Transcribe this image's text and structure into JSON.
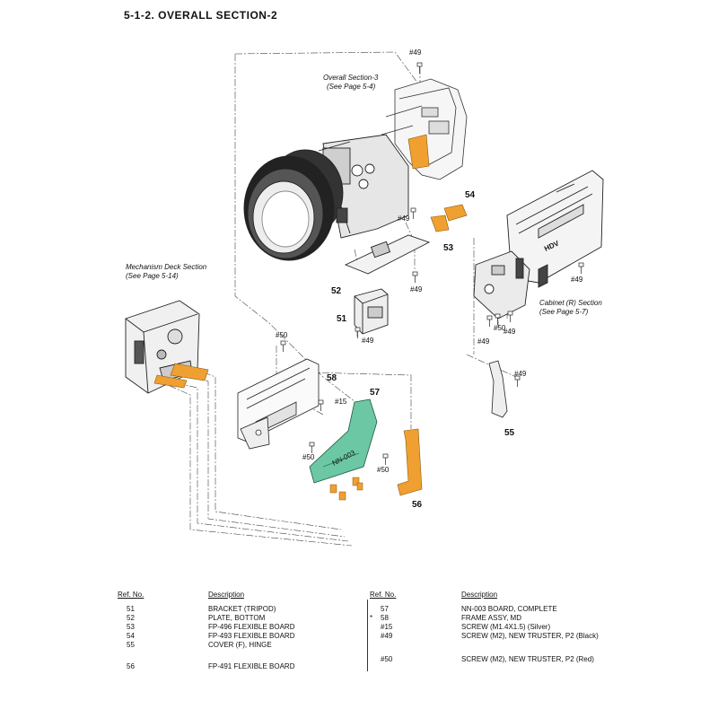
{
  "title": "5-1-2.  OVERALL  SECTION-2",
  "callouts": {
    "overall3_line1": "Overall Section-3",
    "overall3_line2": "(See Page 5-4)",
    "mech_line1": "Mechanism Deck Section",
    "mech_line2": "(See Page 5-14)",
    "cabinet_line1": "Cabinet (R) Section",
    "cabinet_line2": "(See Page 5-7)"
  },
  "part_numbers": {
    "p51": "51",
    "p52": "52",
    "p53": "53",
    "p54": "54",
    "p55": "55",
    "p56": "56",
    "p57": "57",
    "p58": "58"
  },
  "screws": {
    "s49": "#49",
    "s50": "#50",
    "s15": "#15"
  },
  "board_label": "NN-003",
  "body_label": "HDV",
  "table": {
    "ref_header": "Ref. No.",
    "desc_header": "Description",
    "left": [
      {
        "ref": "51",
        "desc": "BRACKET (TRIPOD)"
      },
      {
        "ref": "52",
        "desc": "PLATE, BOTTOM"
      },
      {
        "ref": "53",
        "desc": "FP-496 FLEXIBLE BOARD"
      },
      {
        "ref": "54",
        "desc": "FP-493 FLEXIBLE BOARD"
      },
      {
        "ref": "55",
        "desc": "COVER (F), HINGE"
      },
      {
        "ref": "",
        "desc": ""
      },
      {
        "ref": "56",
        "desc": "FP-491 FLEXIBLE BOARD"
      }
    ],
    "right": [
      {
        "mark": "",
        "ref": "57",
        "desc": "NN-003 BOARD, COMPLETE"
      },
      {
        "mark": "*",
        "ref": "58",
        "desc": "FRAME ASSY, MD"
      },
      {
        "mark": "",
        "ref": "#15",
        "desc": "SCREW (M1.4X1.5) (Silver)"
      },
      {
        "mark": "",
        "ref": "#49",
        "desc": "SCREW (M2), NEW TRUSTER, P2 (Black)"
      },
      {
        "mark": "",
        "ref": "",
        "desc": ""
      },
      {
        "mark": "",
        "ref": "#50",
        "desc": "SCREW (M2), NEW TRUSTER, P2 (Red)"
      }
    ]
  },
  "colors": {
    "flex_board": "#f0a030",
    "pcb": "#6cc7a4",
    "line": "#222222",
    "light": "#bbbbbb"
  }
}
